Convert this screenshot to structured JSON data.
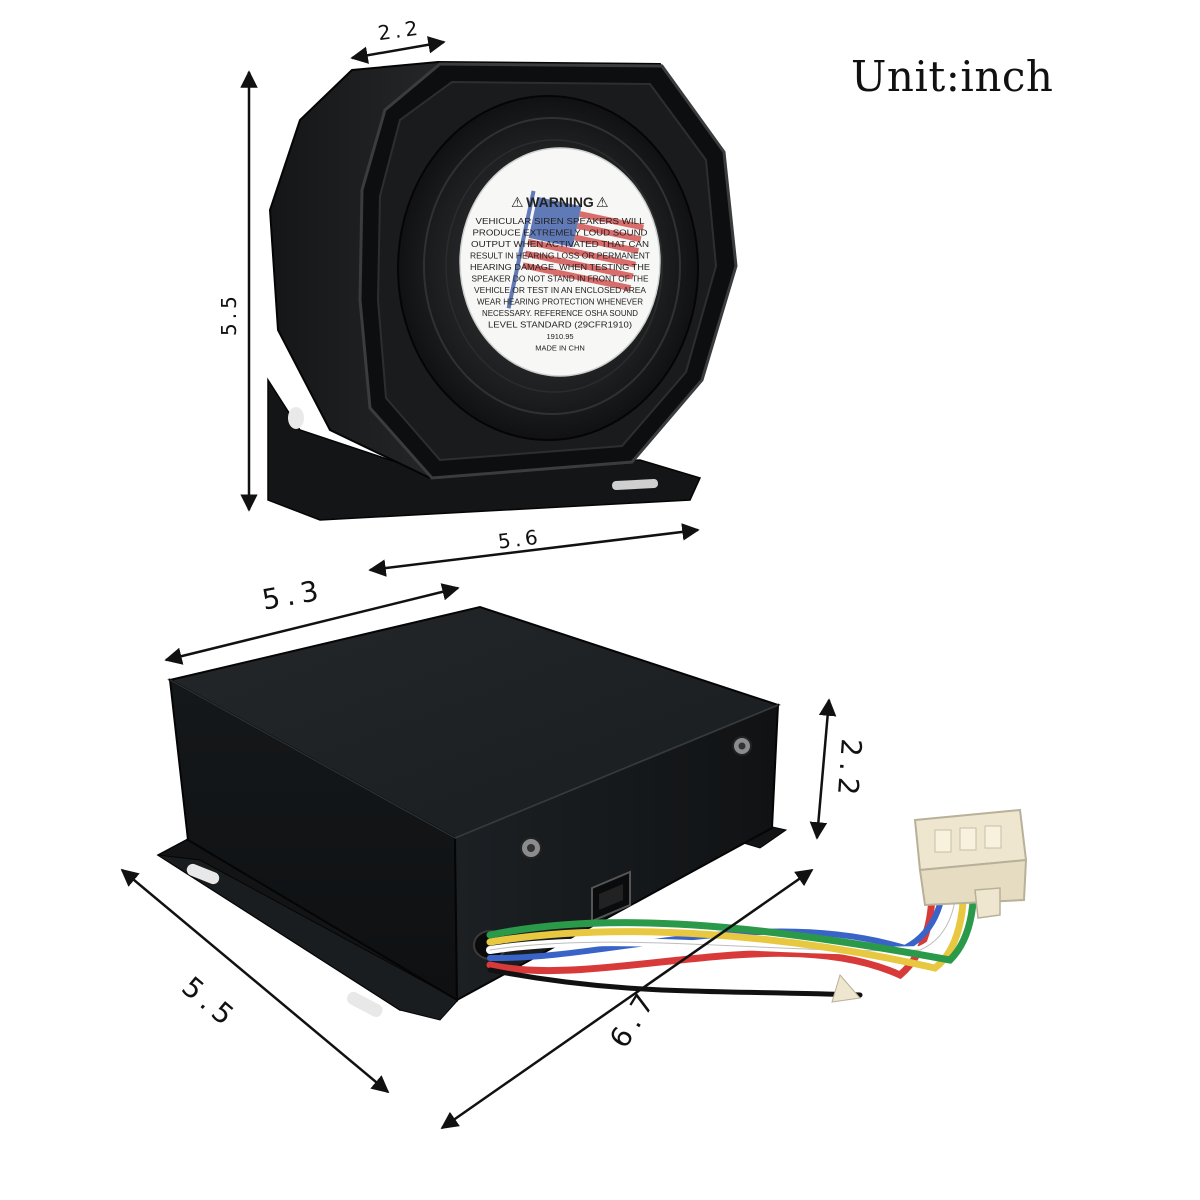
{
  "unit_label": "Unit:inch",
  "speaker": {
    "dimensions": {
      "depth": "2.2",
      "height": "5.5",
      "width": "5.6"
    },
    "warning_label": {
      "title": "WARNING",
      "lines": [
        "VEHICULAR SIREN SPEAKERS WILL",
        "PRODUCE EXTREMELY LOUD SOUND",
        "OUTPUT WHEN ACTIVATED THAT CAN",
        "RESULT IN HEARING LOSS OR PERMANENT",
        "HEARING DAMAGE. WHEN TESTING THE",
        "SPEAKER DO NOT STAND IN FRONT OF THE",
        "VEHICLE OR TEST IN AN ENCLOSED AREA",
        "WEAR HEARING PROTECTION WHENEVER",
        "NECESSARY. REFERENCE OSHA SOUND",
        "LEVEL STANDARD (29CFR1910)",
        "1910.95",
        "MADE IN CHN"
      ]
    }
  },
  "amplifier": {
    "dimensions": {
      "length": "5.3",
      "height": "2.2",
      "depth": "5.5",
      "width": "6.7"
    }
  },
  "colors": {
    "body_black": "#1b1d1e",
    "arrow_black": "#111111",
    "connector_cream": "#efe6cf",
    "wires": [
      "#2a9a4a",
      "#e8c840",
      "#ffffff",
      "#d83a3a",
      "#3a63c8",
      "#111111"
    ]
  }
}
